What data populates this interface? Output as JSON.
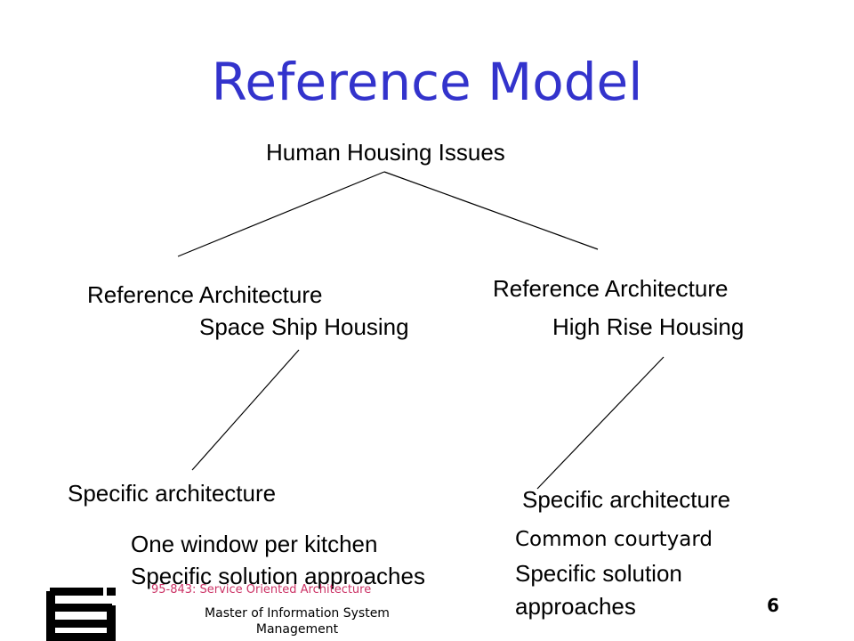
{
  "slide": {
    "title": "Reference Model",
    "page_number": "6"
  },
  "diagram": {
    "root": "Human Housing Issues",
    "left_reference": {
      "line1": "Reference Architecture",
      "line2": "Space Ship Housing"
    },
    "right_reference": {
      "line1": "Reference Architecture",
      "line2": "High Rise Housing"
    },
    "left_specific": {
      "heading": "Specific architecture",
      "line1": "One window per kitchen",
      "line2": "Specific solution approaches"
    },
    "right_specific": {
      "heading": "Specific architecture",
      "line1": "Common courtyard",
      "line2": "Specific solution",
      "line3": "approaches"
    }
  },
  "footer": {
    "course": "95-843: Service Oriented Architecture",
    "program": "Master of Information System Management"
  },
  "colors": {
    "title": "#3333cc",
    "course": "#cc3366",
    "text": "#000000",
    "background": "#ffffff"
  }
}
